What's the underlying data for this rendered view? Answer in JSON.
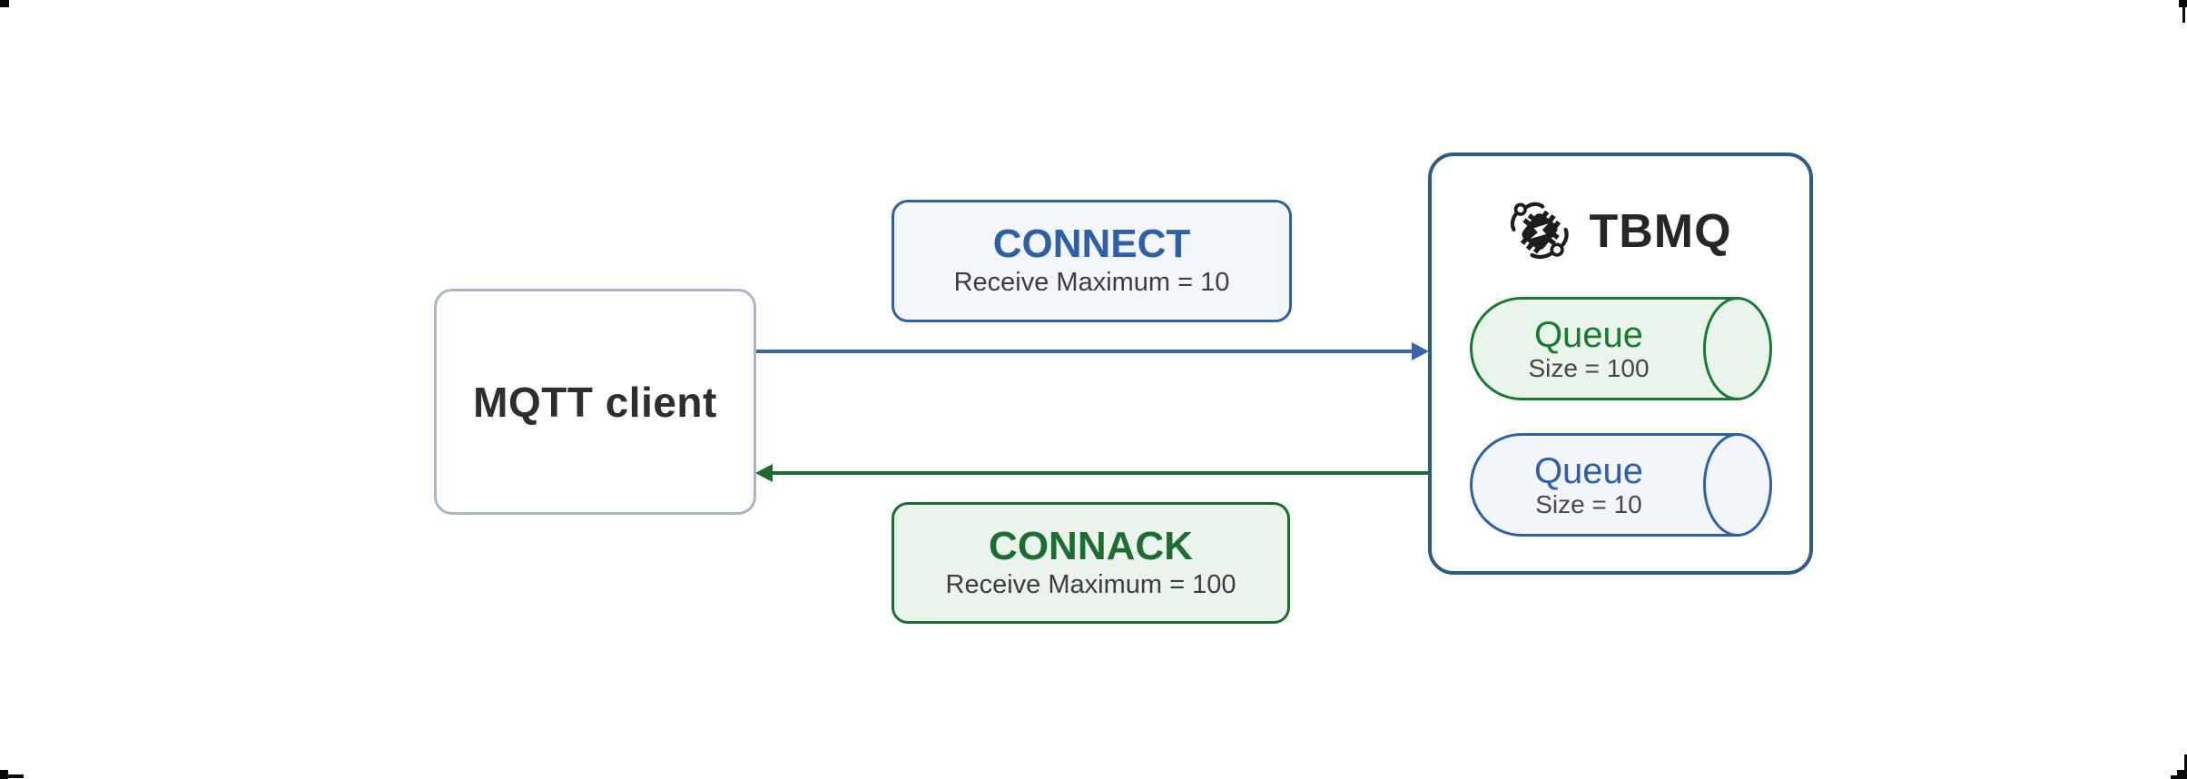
{
  "diagram": {
    "client": {
      "label": "MQTT client"
    },
    "messages": {
      "connect": {
        "title": "CONNECT",
        "subtitle": "Receive Maximum = 10"
      },
      "connack": {
        "title": "CONNACK",
        "subtitle": "Receive Maximum = 100"
      }
    },
    "broker": {
      "title": "TBMQ",
      "logo_icon": "tbmq-gear-network-icon",
      "queues": [
        {
          "label": "Queue",
          "size_label": "Size = 100",
          "accent": "green"
        },
        {
          "label": "Queue",
          "size_label": "Size = 10",
          "accent": "blue"
        }
      ]
    },
    "colors": {
      "blue_accent": "#2e5fa8",
      "blue_arrow": "#3a62ad",
      "green_accent": "#1d6c31",
      "green_queue": "#187a34",
      "green_arrow": "#1e6b30",
      "client_border": "#a9b6c6",
      "broker_border": "#2e5a8a",
      "text_dark": "#2e2e2e",
      "text_gray": "#474747"
    }
  }
}
